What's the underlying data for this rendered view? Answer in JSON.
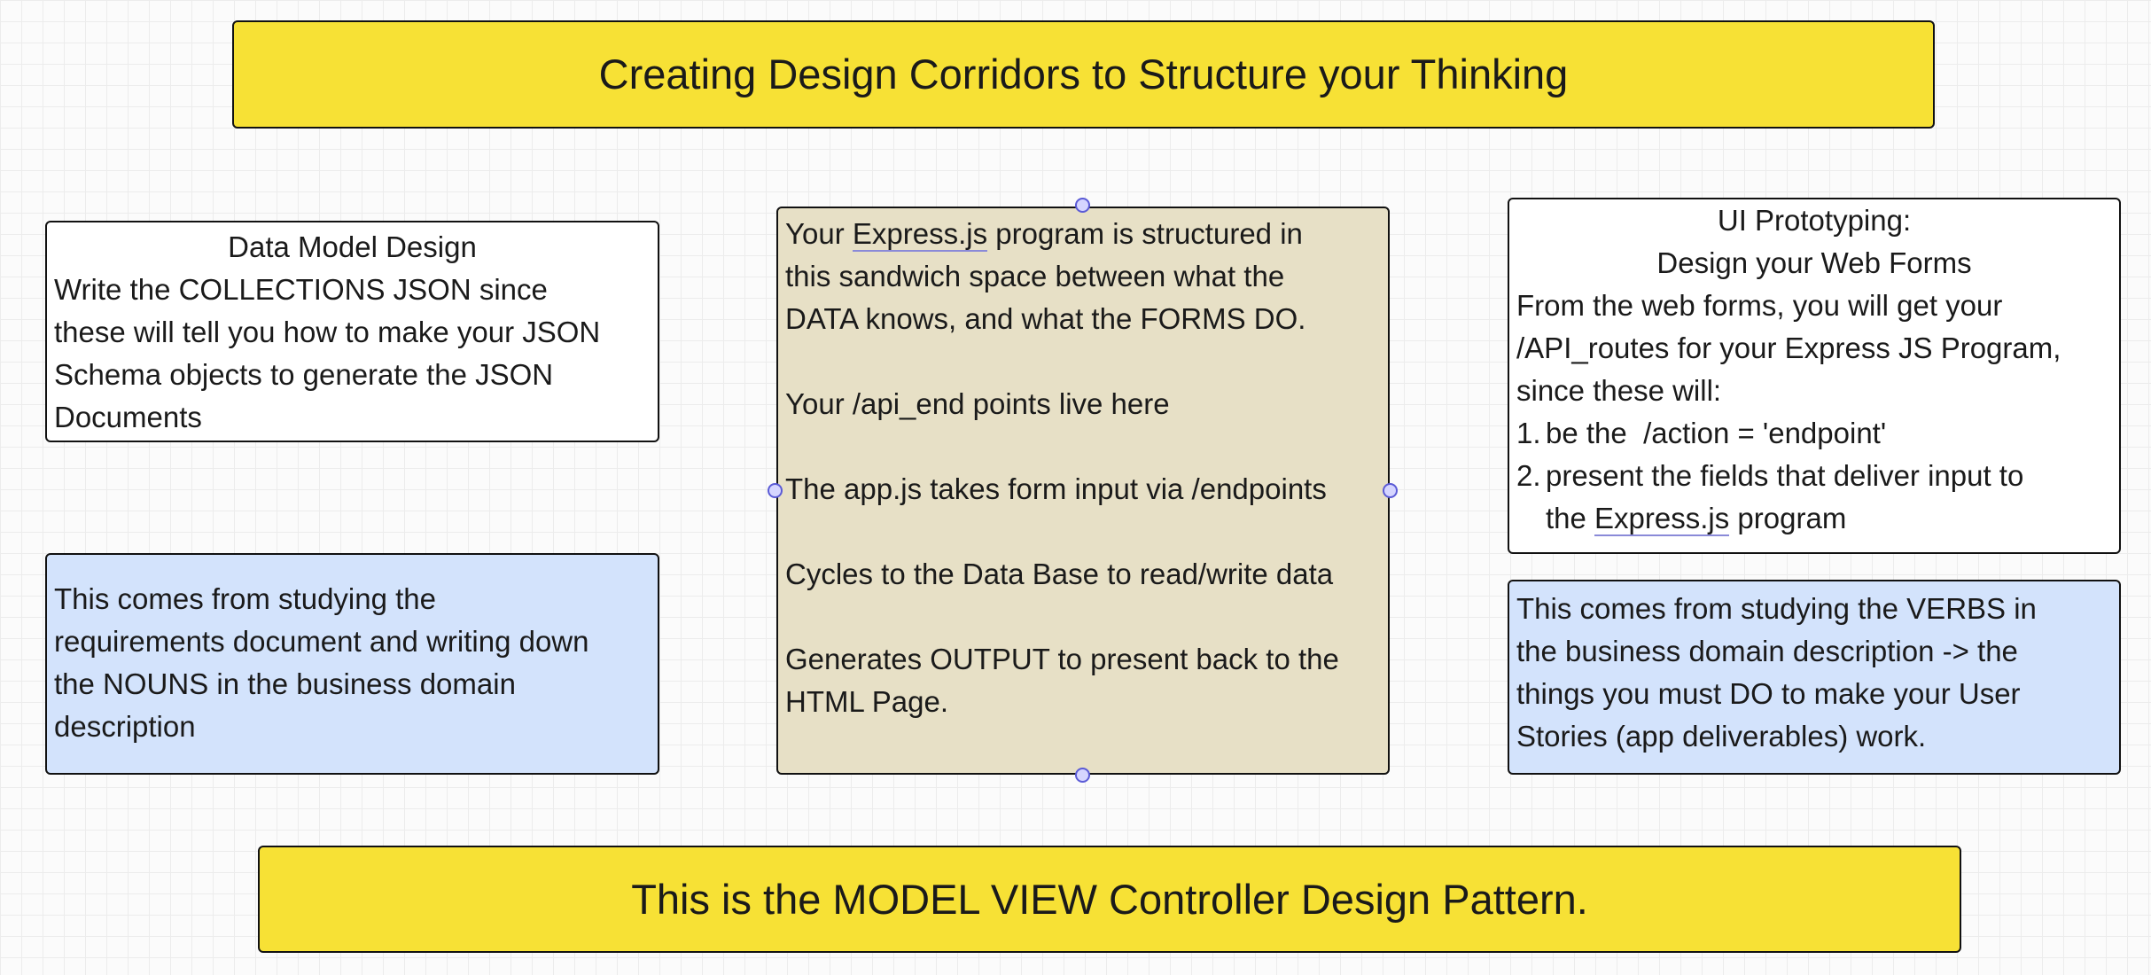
{
  "title_banner": {
    "text": "Creating Design Corridors to Structure your Thinking"
  },
  "data_model": {
    "heading": "Data Model Design",
    "lines": [
      "Write the COLLECTIONS JSON since",
      "these will tell you how to make your JSON",
      "Schema objects to generate the JSON",
      "Documents"
    ]
  },
  "nouns_note": {
    "lines": [
      "This comes from studying the",
      "requirements document and writing down",
      "the NOUNS in the business domain",
      "description"
    ]
  },
  "controller": {
    "line1_prefix": "Your ",
    "line1_link": "Express.js",
    "line1_suffix": " program is structured in",
    "line2": "this sandwich space between what the",
    "line3": "DATA knows, and what the FORMS DO.",
    "line4": "Your /api_end points live here",
    "line5": "The app.js takes form input via /endpoints",
    "line6": "Cycles to the Data Base to read/write data",
    "line7": "Generates OUTPUT to present back to the",
    "line8": "HTML Page."
  },
  "ui_prototyping": {
    "heading1": "UI Prototyping:",
    "heading2": "Design your Web Forms",
    "lines": [
      "From the web forms, you will get your",
      "/API_routes for your Express JS Program,",
      "since these will:"
    ],
    "item1_num": "1.",
    "item1_text": "be the  /action = 'endpoint'",
    "item2_num": "2.",
    "item2_line1": "present the fields that deliver input to",
    "item2_line2_prefix": "the ",
    "item2_line2_link": "Express.js",
    "item2_line2_suffix": " program"
  },
  "verbs_note": {
    "lines": [
      "This comes from studying the VERBS in",
      "the business domain description -> the",
      "things you must DO to make your User",
      "Stories (app deliverables) work."
    ]
  },
  "footer_banner": {
    "text": "This is the MODEL VIEW Controller Design Pattern."
  },
  "colors": {
    "banner": "#f7e135",
    "blue_note": "#d3e3fc",
    "controller": "#e7e0c6",
    "handle": "#5b5bd6"
  }
}
